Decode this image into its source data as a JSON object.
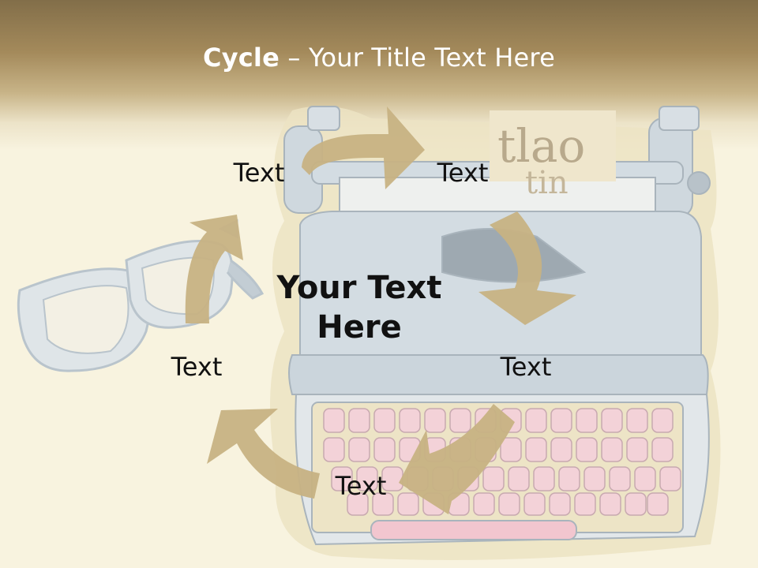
{
  "slide": {
    "title_bold": "Cycle",
    "title_rest": " – Your Title Text Here",
    "center_text": "Your Text Here",
    "labels": [
      "Text",
      "Text",
      "Text",
      "Text",
      "Text"
    ]
  },
  "colors": {
    "header": "#8a7550",
    "background": "#f8f3df",
    "arrow": "#c7b283",
    "typewriter": "#d3dce2",
    "keys": "#f2cdd3"
  },
  "icons": [
    "typewriter-illustration",
    "glasses-illustration",
    "cycle-arrow"
  ]
}
